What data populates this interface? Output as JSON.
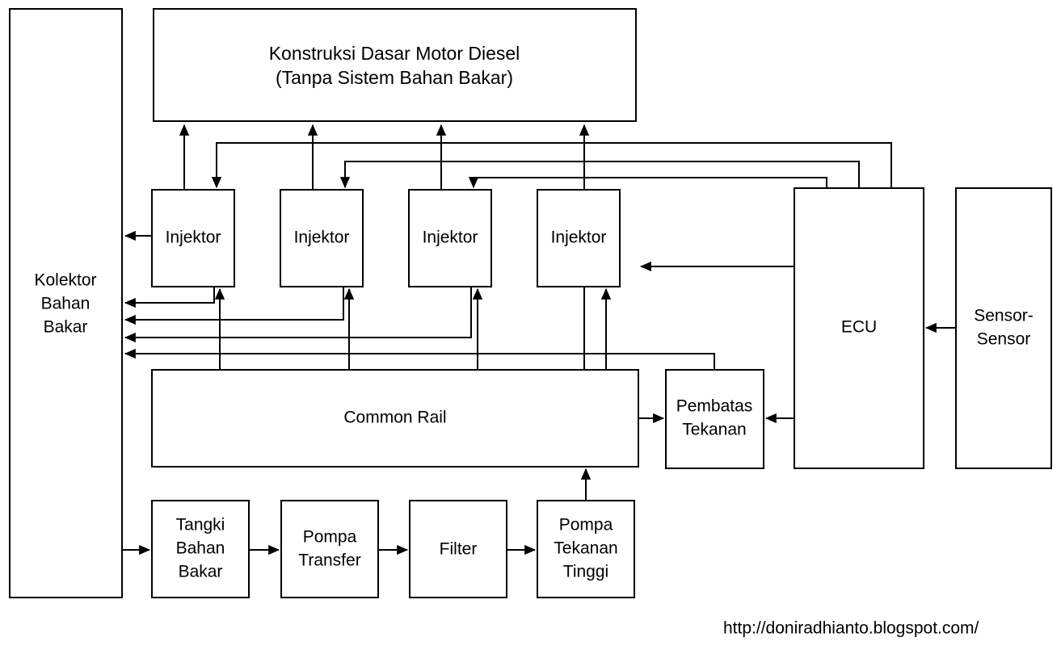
{
  "diagram": {
    "title_line1": "Konstruksi Dasar Motor Diesel",
    "title_line2": "(Tanpa Sistem Bahan Bakar)",
    "credit_url": "http://doniradhianto.blogspot.com/",
    "stroke_color": "#000000",
    "background_color": "#ffffff"
  },
  "boxes": {
    "engine": {
      "label_line1": "Konstruksi Dasar Motor Diesel",
      "label_line2": "(Tanpa Sistem Bahan Bakar)"
    },
    "kolektor": {
      "label_line1": "Kolektor",
      "label_line2": "Bahan",
      "label_line3": "Bakar"
    },
    "injektor_1": {
      "label": "Injektor"
    },
    "injektor_2": {
      "label": "Injektor"
    },
    "injektor_3": {
      "label": "Injektor"
    },
    "injektor_4": {
      "label": "Injektor"
    },
    "ecu": {
      "label": "ECU"
    },
    "sensor": {
      "label_line1": "Sensor-",
      "label_line2": "Sensor"
    },
    "common_rail": {
      "label": "Common Rail"
    },
    "pembatas": {
      "label_line1": "Pembatas",
      "label_line2": "Tekanan"
    },
    "tangki": {
      "label_line1": "Tangki",
      "label_line2": "Bahan",
      "label_line3": "Bakar"
    },
    "pompa_transfer": {
      "label_line1": "Pompa",
      "label_line2": "Transfer"
    },
    "filter": {
      "label": "Filter"
    },
    "pompa_tekanan_tinggi": {
      "label_line1": "Pompa",
      "label_line2": "Tekanan",
      "label_line3": "Tinggi"
    }
  }
}
